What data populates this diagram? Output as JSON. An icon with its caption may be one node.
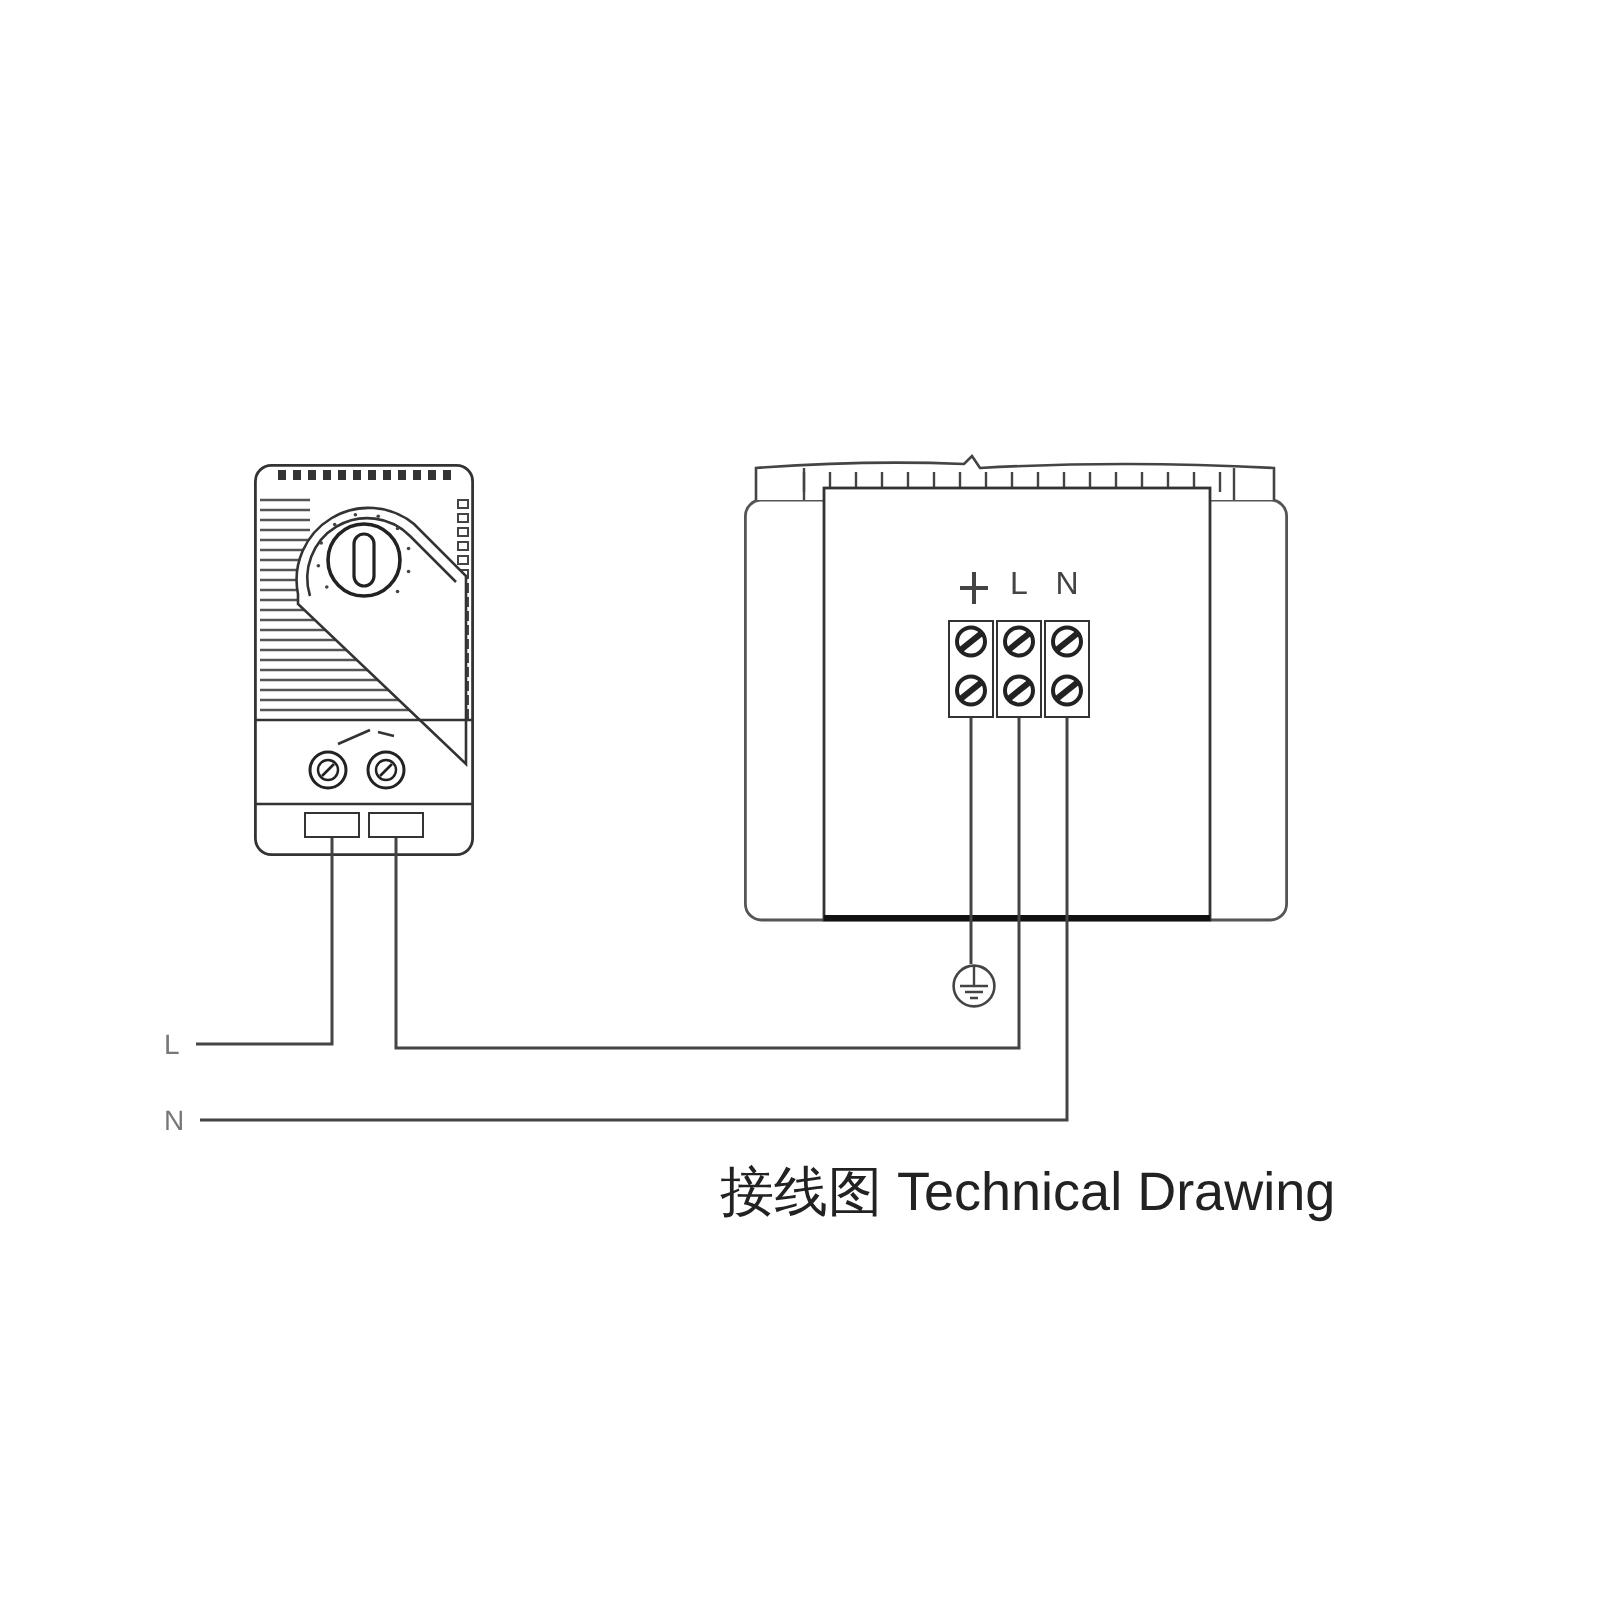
{
  "diagram": {
    "caption": "接线图 Technical Drawing",
    "nodes": [
      {
        "text": [],
        "shape": "picture"
      },
      {
        "text": [],
        "shape": "box",
        "in": 0
      },
      {
        "text": [],
        "shape": "box",
        "in": 0
      },
      {
        "text": [],
        "shape": "picture"
      },
      {
        "text": [],
        "shape": "box",
        "in": 3
      },
      {
        "text": [
          "L"
        ],
        "in": 3
      },
      {
        "text": [
          "N"
        ],
        "in": 3
      },
      {
        "text": [],
        "shape": "circle"
      },
      {
        "text": [
          "L"
        ]
      },
      {
        "text": [
          "N"
        ]
      }
    ],
    "edges": [
      {
        "from": 8,
        "to": 1,
        "arrow": "none"
      },
      {
        "from": 2,
        "to": 5,
        "arrow": "none"
      },
      {
        "from": 9,
        "to": 6,
        "arrow": "none"
      },
      {
        "from": 4,
        "to": 7,
        "arrow": "none"
      }
    ]
  }
}
